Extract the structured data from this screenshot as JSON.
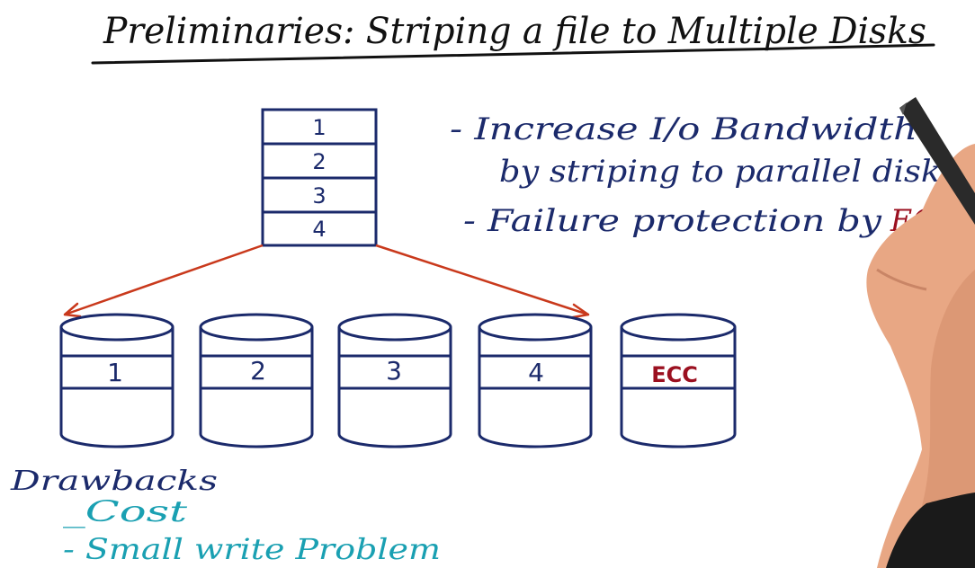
{
  "title": "Preliminaries: Striping a file to Multiple Disks",
  "file_blocks": [
    "1",
    "2",
    "3",
    "4"
  ],
  "disks": [
    {
      "label": "1",
      "color": "#1b2a6b"
    },
    {
      "label": "2",
      "color": "#1b2a6b"
    },
    {
      "label": "3",
      "color": "#1b2a6b"
    },
    {
      "label": "4",
      "color": "#1b2a6b"
    },
    {
      "label": "ECC",
      "color": "#9b1020"
    }
  ],
  "notes": {
    "line1": "- Increase I/o Bandwidth",
    "line2": "by striping to parallel disks",
    "line3_prefix": "- Failure protection by",
    "line3_ecc": "ECC"
  },
  "drawbacks": {
    "heading": "Drawbacks",
    "items": [
      "_Cost",
      "- Small write Problem"
    ]
  },
  "colors": {
    "ink": "#1b2a6b",
    "arrow": "#c9391c",
    "ecc": "#9b1020",
    "drawback_items": "#1aa0b2",
    "skin": "#e8a784"
  }
}
